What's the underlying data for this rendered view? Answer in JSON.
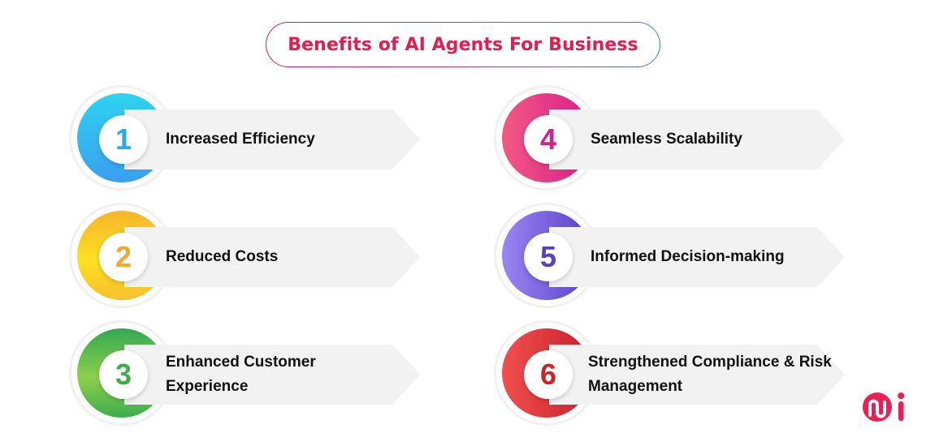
{
  "title": "Benefits of AI Agents For Business",
  "colors": {
    "title": "#e01e50",
    "background": "#ffffff",
    "arrow_fill": "#f2f2f2",
    "text": "#111111"
  },
  "items": [
    {
      "number": "1",
      "label": "Increased Efficiency",
      "color_start": "#2fd3ef",
      "color_end": "#3a9ff0",
      "number_color": "#2aa7ee"
    },
    {
      "number": "2",
      "label": "Reduced Costs",
      "color_start": "#fde021",
      "color_end": "#f7a92c",
      "number_color": "#f5a72a"
    },
    {
      "number": "3",
      "label": "Enhanced Customer Experience",
      "color_start": "#8cd04a",
      "color_end": "#33a852",
      "number_color": "#3fae4a"
    },
    {
      "number": "4",
      "label": "Seamless Scalability",
      "color_start": "#f04a7a",
      "color_end": "#d81c8c",
      "number_color": "#d7208d"
    },
    {
      "number": "5",
      "label": "Informed Decision-making",
      "color_start": "#8e7cf0",
      "color_end": "#5b3fc8",
      "number_color": "#5a3fc0"
    },
    {
      "number": "6",
      "label": "Strengthened Compliance & Risk Management",
      "color_start": "#f04848",
      "color_end": "#c7202a",
      "number_color": "#c8242c"
    }
  ],
  "logo": {
    "text": "mi",
    "color": "#ea1f56"
  }
}
